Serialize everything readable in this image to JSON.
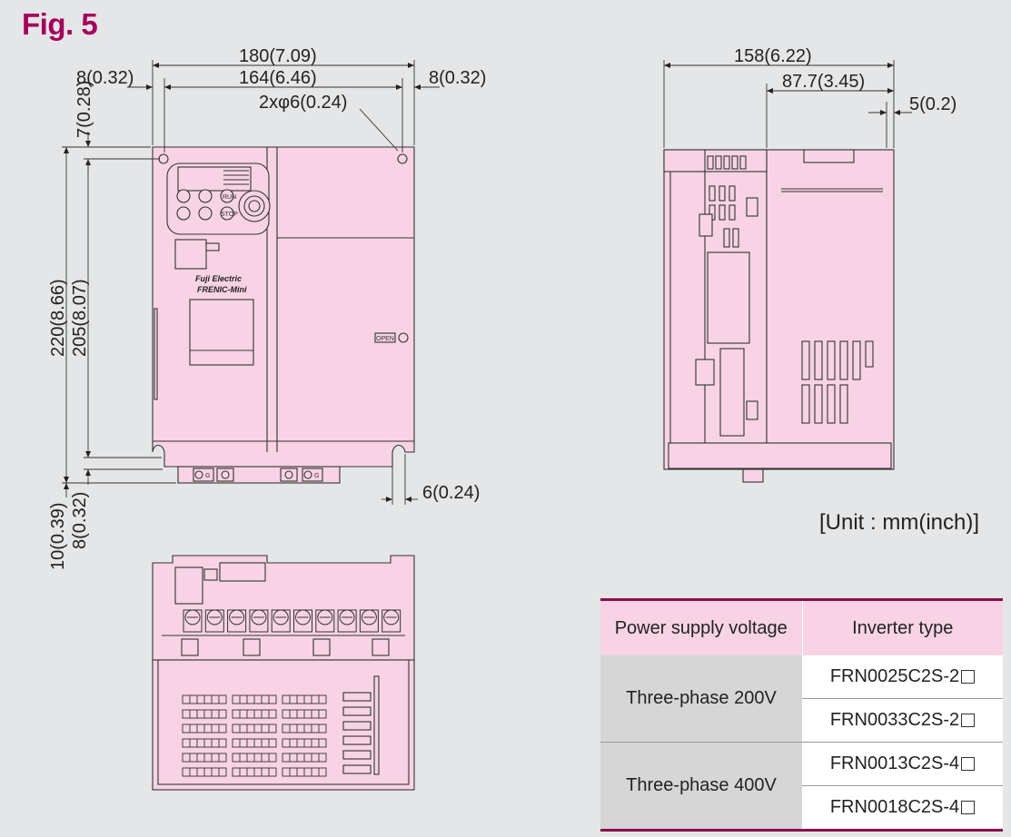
{
  "figure": {
    "title": "Fig. 5"
  },
  "front_view": {
    "dims": {
      "overall_width": "180(7.09)",
      "mount_pitch_width": "164(6.46)",
      "left_offset": "8(0.32)",
      "right_offset": "8(0.32)",
      "holes": "2xφ6(0.24)",
      "top_offset": "7(0.28)",
      "overall_height": "220(8.66)",
      "mount_pitch_height": "205(8.07)",
      "bottom_offset_outer": "10(0.39)",
      "bottom_offset_inner": "8(0.32)",
      "slot_width": "6(0.24)"
    },
    "labels": {
      "brand": "Fuji Electric",
      "series": "FRENIC-Mini",
      "open_label": "OPEN",
      "terminal_ground": "G",
      "key_run": "RUN",
      "key_stop": "STOP"
    }
  },
  "side_view": {
    "dims": {
      "depth": "158(6.22)",
      "partial_depth": "87.7(3.45)",
      "offset": "5(0.2)"
    }
  },
  "unit_note": "[Unit : mm(inch)]",
  "table": {
    "headers": [
      "Power supply voltage",
      "Inverter type"
    ],
    "rows": [
      {
        "voltage": "Three-phase 200V",
        "models": [
          "FRN0025C2S-2",
          "FRN0033C2S-2"
        ]
      },
      {
        "voltage": "Three-phase 400V",
        "models": [
          "FRN0013C2S-4",
          "FRN0018C2S-4"
        ]
      }
    ]
  },
  "colors": {
    "title": "#a3005c",
    "device_fill": "#f7d3e5",
    "table_rule": "#8a0f4a",
    "background": "#e5e6e7"
  }
}
